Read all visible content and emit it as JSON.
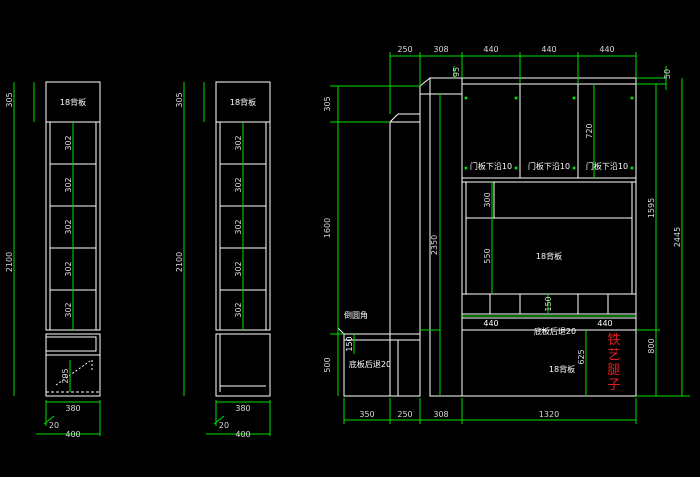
{
  "cabinet_a": {
    "back_panel": "18背板",
    "dims": [
      "305",
      "302",
      "302",
      "302",
      "302",
      "302",
      "2100",
      "295",
      "380",
      "20",
      "400"
    ]
  },
  "cabinet_b": {
    "back_panel": "18背板",
    "dims": [
      "305",
      "302",
      "302",
      "302",
      "302",
      "302",
      "2100",
      "380",
      "20",
      "400"
    ]
  },
  "main": {
    "top_dims": [
      "250",
      "308",
      "440",
      "440",
      "440",
      "50"
    ],
    "dim_95": "95",
    "dim_720": "720",
    "door_labels": [
      "门板下沿10",
      "门板下沿10",
      "门板下沿10"
    ],
    "dim_300": "300",
    "dim_550": "550",
    "dim_150": "150",
    "mid_back_panel": "18背板",
    "mid_dims": [
      "440",
      "440"
    ],
    "base_setback_right": "底板后退20",
    "dim_625": "625",
    "lower_back_panel": "18背板",
    "logo_chars": [
      "铁",
      "艺",
      "腿",
      "子"
    ],
    "left_dims": [
      "305",
      "1600",
      "500"
    ],
    "dim_2350": "2350",
    "chamfer_label": "倒圆角",
    "chamfer_dim": "150",
    "base_setback_left": "底板后退20",
    "right_dims": [
      "1595",
      "2445",
      "800"
    ],
    "bottom_dims": [
      "350",
      "250",
      "308",
      "1320"
    ]
  }
}
